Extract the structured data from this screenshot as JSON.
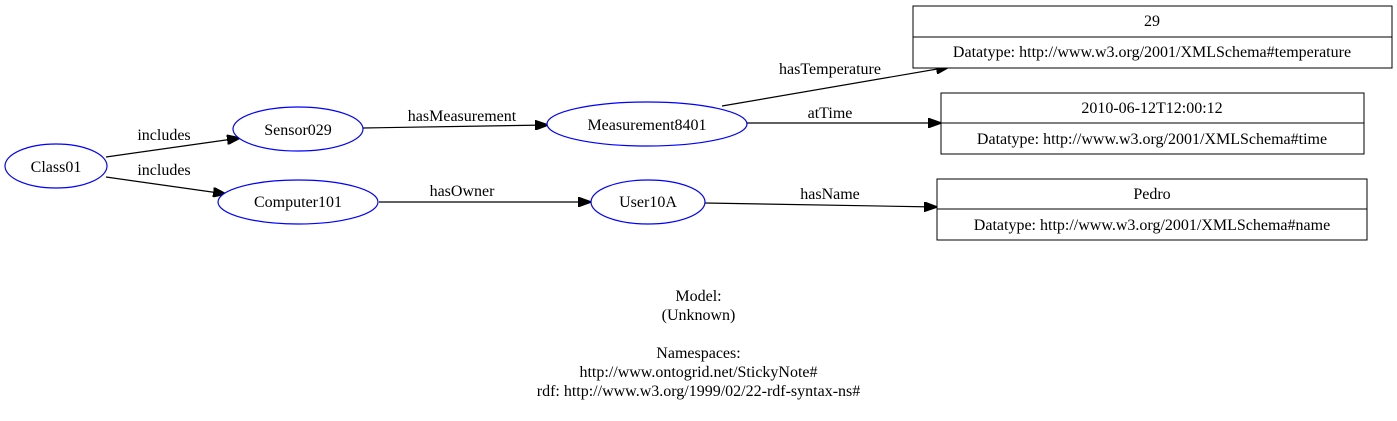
{
  "nodes": {
    "class01": "Class01",
    "sensor029": "Sensor029",
    "computer101": "Computer101",
    "measurement8401": "Measurement8401",
    "user10a": "User10A"
  },
  "literals": {
    "temperature": {
      "value": "29",
      "datatype": "Datatype: http://www.w3.org/2001/XMLSchema#temperature"
    },
    "time": {
      "value": "2010-06-12T12:00:12",
      "datatype": "Datatype: http://www.w3.org/2001/XMLSchema#time"
    },
    "name": {
      "value": "Pedro",
      "datatype": "Datatype: http://www.w3.org/2001/XMLSchema#name"
    }
  },
  "edges": {
    "includes_sensor": "includes",
    "includes_computer": "includes",
    "hasMeasurement": "hasMeasurement",
    "hasOwner": "hasOwner",
    "hasTemperature": "hasTemperature",
    "atTime": "atTime",
    "hasName": "hasName"
  },
  "caption": {
    "model_label": "Model:",
    "model_value": "(Unknown)",
    "namespaces_label": "Namespaces:",
    "ns1": "http://www.ontogrid.net/StickyNote#",
    "ns2": "rdf: http://www.w3.org/1999/02/22-rdf-syntax-ns#"
  },
  "colors": {
    "node_stroke": "#0000ff",
    "edge": "#000000",
    "background": "#ffffff"
  }
}
